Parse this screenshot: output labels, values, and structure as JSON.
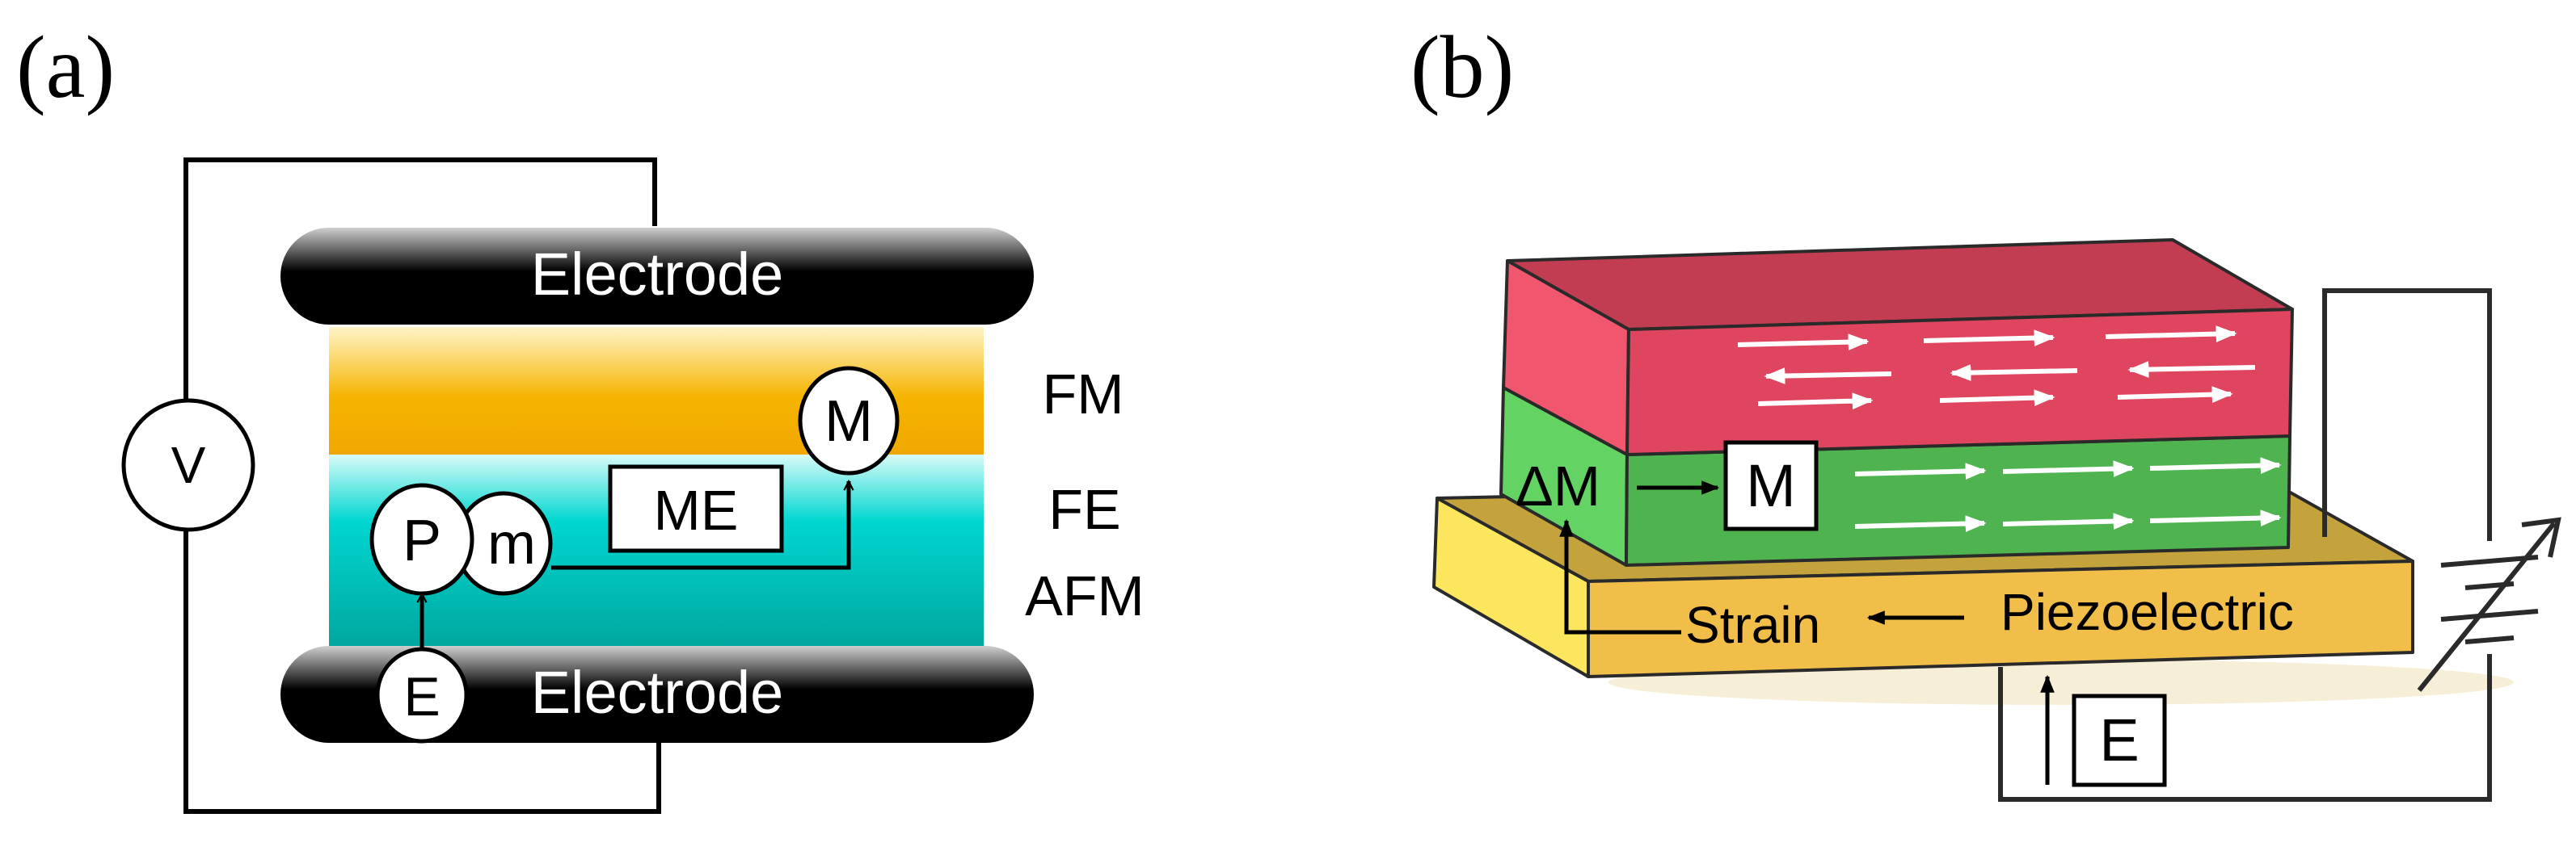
{
  "panel_a": {
    "label": "(a)",
    "electrode_top": "Electrode",
    "electrode_bottom": "Electrode",
    "voltmeter": "V",
    "layer_fm": "FM",
    "layer_fe": "FE",
    "layer_afm": "AFM",
    "node_m_big": "M",
    "node_p": "P",
    "node_m_small": "m",
    "node_e": "E",
    "me_box": "ME"
  },
  "panel_b": {
    "label": "(b)",
    "delta_m": "ΔM",
    "m_box": "M",
    "strain": "Strain",
    "piezo": "Piezoelectric",
    "e_box": "E"
  },
  "colors": {
    "electrode": "#000000",
    "fm_layer": "#f6b400",
    "fe_layer": "#00c7c4",
    "red_block": "#e0455f",
    "green_block": "#4fb44f",
    "piezo_block": "#f2be4a"
  }
}
